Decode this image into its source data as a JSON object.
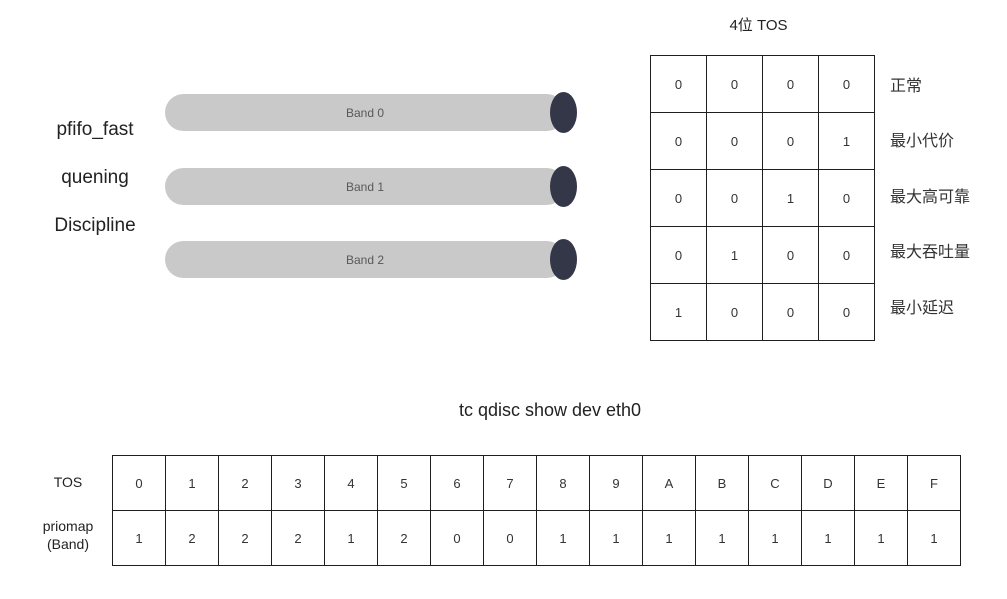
{
  "left_labels": [
    "pfifo_fast",
    "quening",
    "Discipline"
  ],
  "bands": [
    {
      "label": "Band 0"
    },
    {
      "label": "Band 1"
    },
    {
      "label": "Band 2"
    }
  ],
  "tos_table": {
    "title": "4位 TOS",
    "rows": [
      {
        "bits": [
          "0",
          "0",
          "0",
          "0"
        ],
        "label": "正常"
      },
      {
        "bits": [
          "0",
          "0",
          "0",
          "1"
        ],
        "label": "最小代价"
      },
      {
        "bits": [
          "0",
          "0",
          "1",
          "0"
        ],
        "label": "最大高可靠"
      },
      {
        "bits": [
          "0",
          "1",
          "0",
          "0"
        ],
        "label": "最大吞吐量"
      },
      {
        "bits": [
          "1",
          "0",
          "0",
          "0"
        ],
        "label": "最小延迟"
      }
    ]
  },
  "bottom": {
    "title": "tc qdisc show dev eth0",
    "tos_label": "TOS",
    "priomap_label_line1": "priomap",
    "priomap_label_line2": "(Band)",
    "tos_values": [
      "0",
      "1",
      "2",
      "3",
      "4",
      "5",
      "6",
      "7",
      "8",
      "9",
      "A",
      "B",
      "C",
      "D",
      "E",
      "F"
    ],
    "priomap_values": [
      "1",
      "2",
      "2",
      "2",
      "1",
      "2",
      "0",
      "0",
      "1",
      "1",
      "1",
      "1",
      "1",
      "1",
      "1",
      "1"
    ]
  },
  "colors": {
    "band_fill": "#c9c9c9",
    "band_cap": "#333747",
    "table_border": "#1f1f1f"
  }
}
